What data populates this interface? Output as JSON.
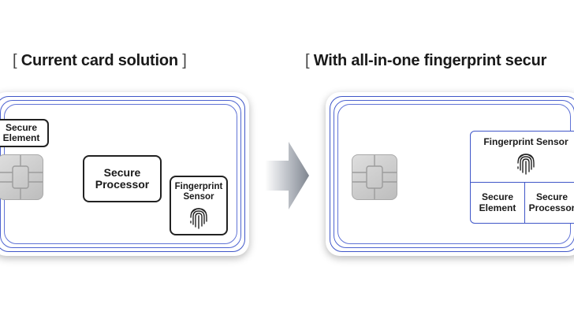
{
  "left_panel": {
    "heading_open": "[",
    "heading": "Current card solution",
    "heading_close": "]",
    "secure_element": "Secure Element",
    "secure_processor": "Secure Processor",
    "fingerprint_sensor": "Fingerprint Sensor"
  },
  "right_panel": {
    "heading_open": "[",
    "heading": "With all-in-one fingerprint secur",
    "fingerprint_sensor": "Fingerprint Sensor",
    "secure_element": "Secure Element",
    "secure_processor": "Secure Processor"
  },
  "colors": {
    "card_ring": "#3f56c8",
    "box_border": "#222222",
    "arrow": "#8a8f98"
  },
  "icons": [
    "chip-icon",
    "fingerprint-icon",
    "arrow-right-icon"
  ]
}
